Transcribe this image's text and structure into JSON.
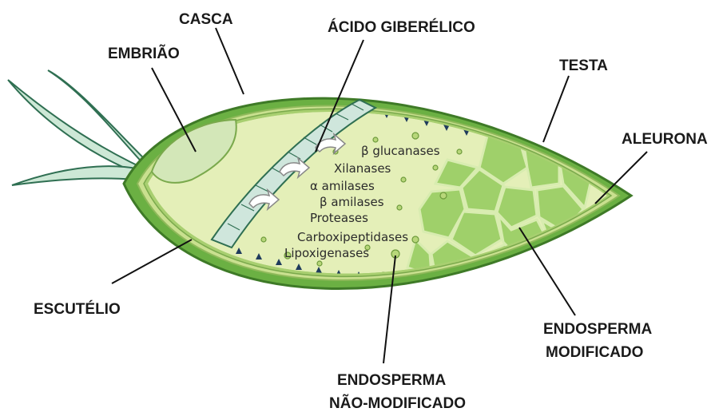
{
  "labels": {
    "casca": "CASCA",
    "embriao": "EMBRIÃO",
    "acido_giberelico": "ÁCIDO GIBERÉLICO",
    "testa": "TESTA",
    "aleurona": "ALEURONA",
    "escutelio": "ESCUTÉLIO",
    "endosperma_modificado": [
      "ENDOSPERMA",
      "MODIFICADO"
    ],
    "endosperma_nao_modificado": [
      "ENDOSPERMA",
      "NÃO-MODIFICADO"
    ]
  },
  "enzymes": [
    "β glucanases",
    "Xilanases",
    "α amilases",
    "β amilases",
    "Proteases",
    "Carboxipeptidases",
    "Lipoxigenases"
  ],
  "colors": {
    "outer_green": "#6bb043",
    "dark_outline": "#3e7a27",
    "endosperm": "#e4efb8",
    "modified_cells": "#9fd06a",
    "embryo": "#d3e7b8",
    "scutellum": "#cfe6dc"
  }
}
